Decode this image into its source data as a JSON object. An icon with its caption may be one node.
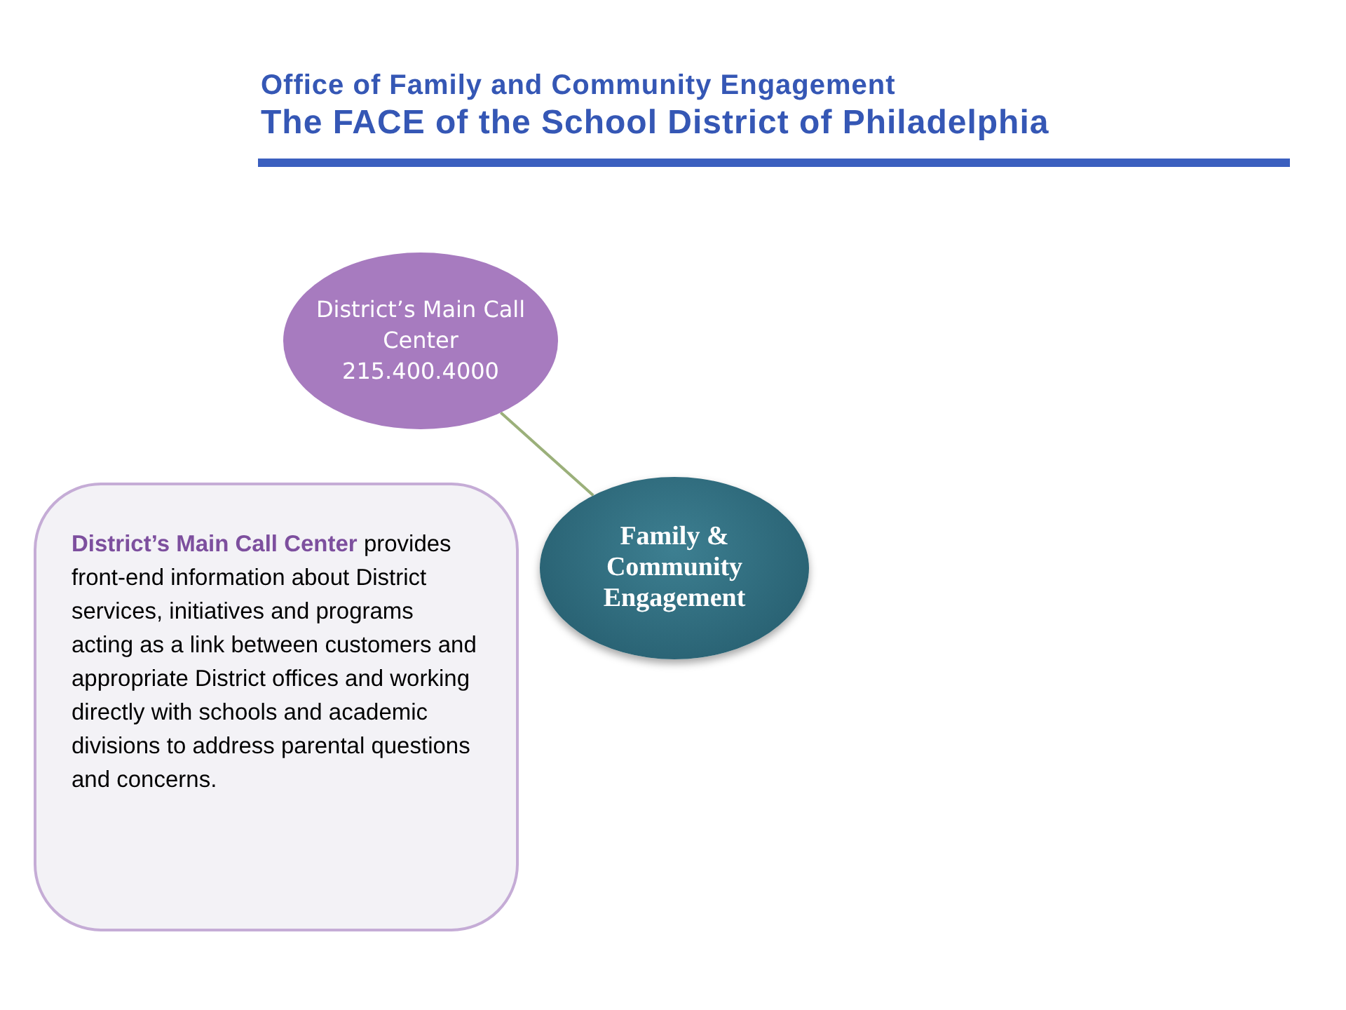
{
  "diagram": {
    "title": "Office of Family and Community Engagement",
    "nodes": [
      {
        "text": [
          "District’s Main Call Center 215.400.4000"
        ]
      },
      {
        "text": [
          "Family & Community Engagement"
        ]
      },
      {
        "text": [
          "**District’s Main Call Center** provides front-end information about District services, initiatives and programs acting as a link between customers and appropriate District offices and working directly with schools and academic divisions to address parental questions and concerns."
        ]
      }
    ],
    "edges": [
      {
        "from": 0,
        "to": 1,
        "arrow": "none",
        "color": "#9bb07a"
      }
    ],
    "labels": [
      "The FACE of the School District of Philadelphia"
    ]
  }
}
